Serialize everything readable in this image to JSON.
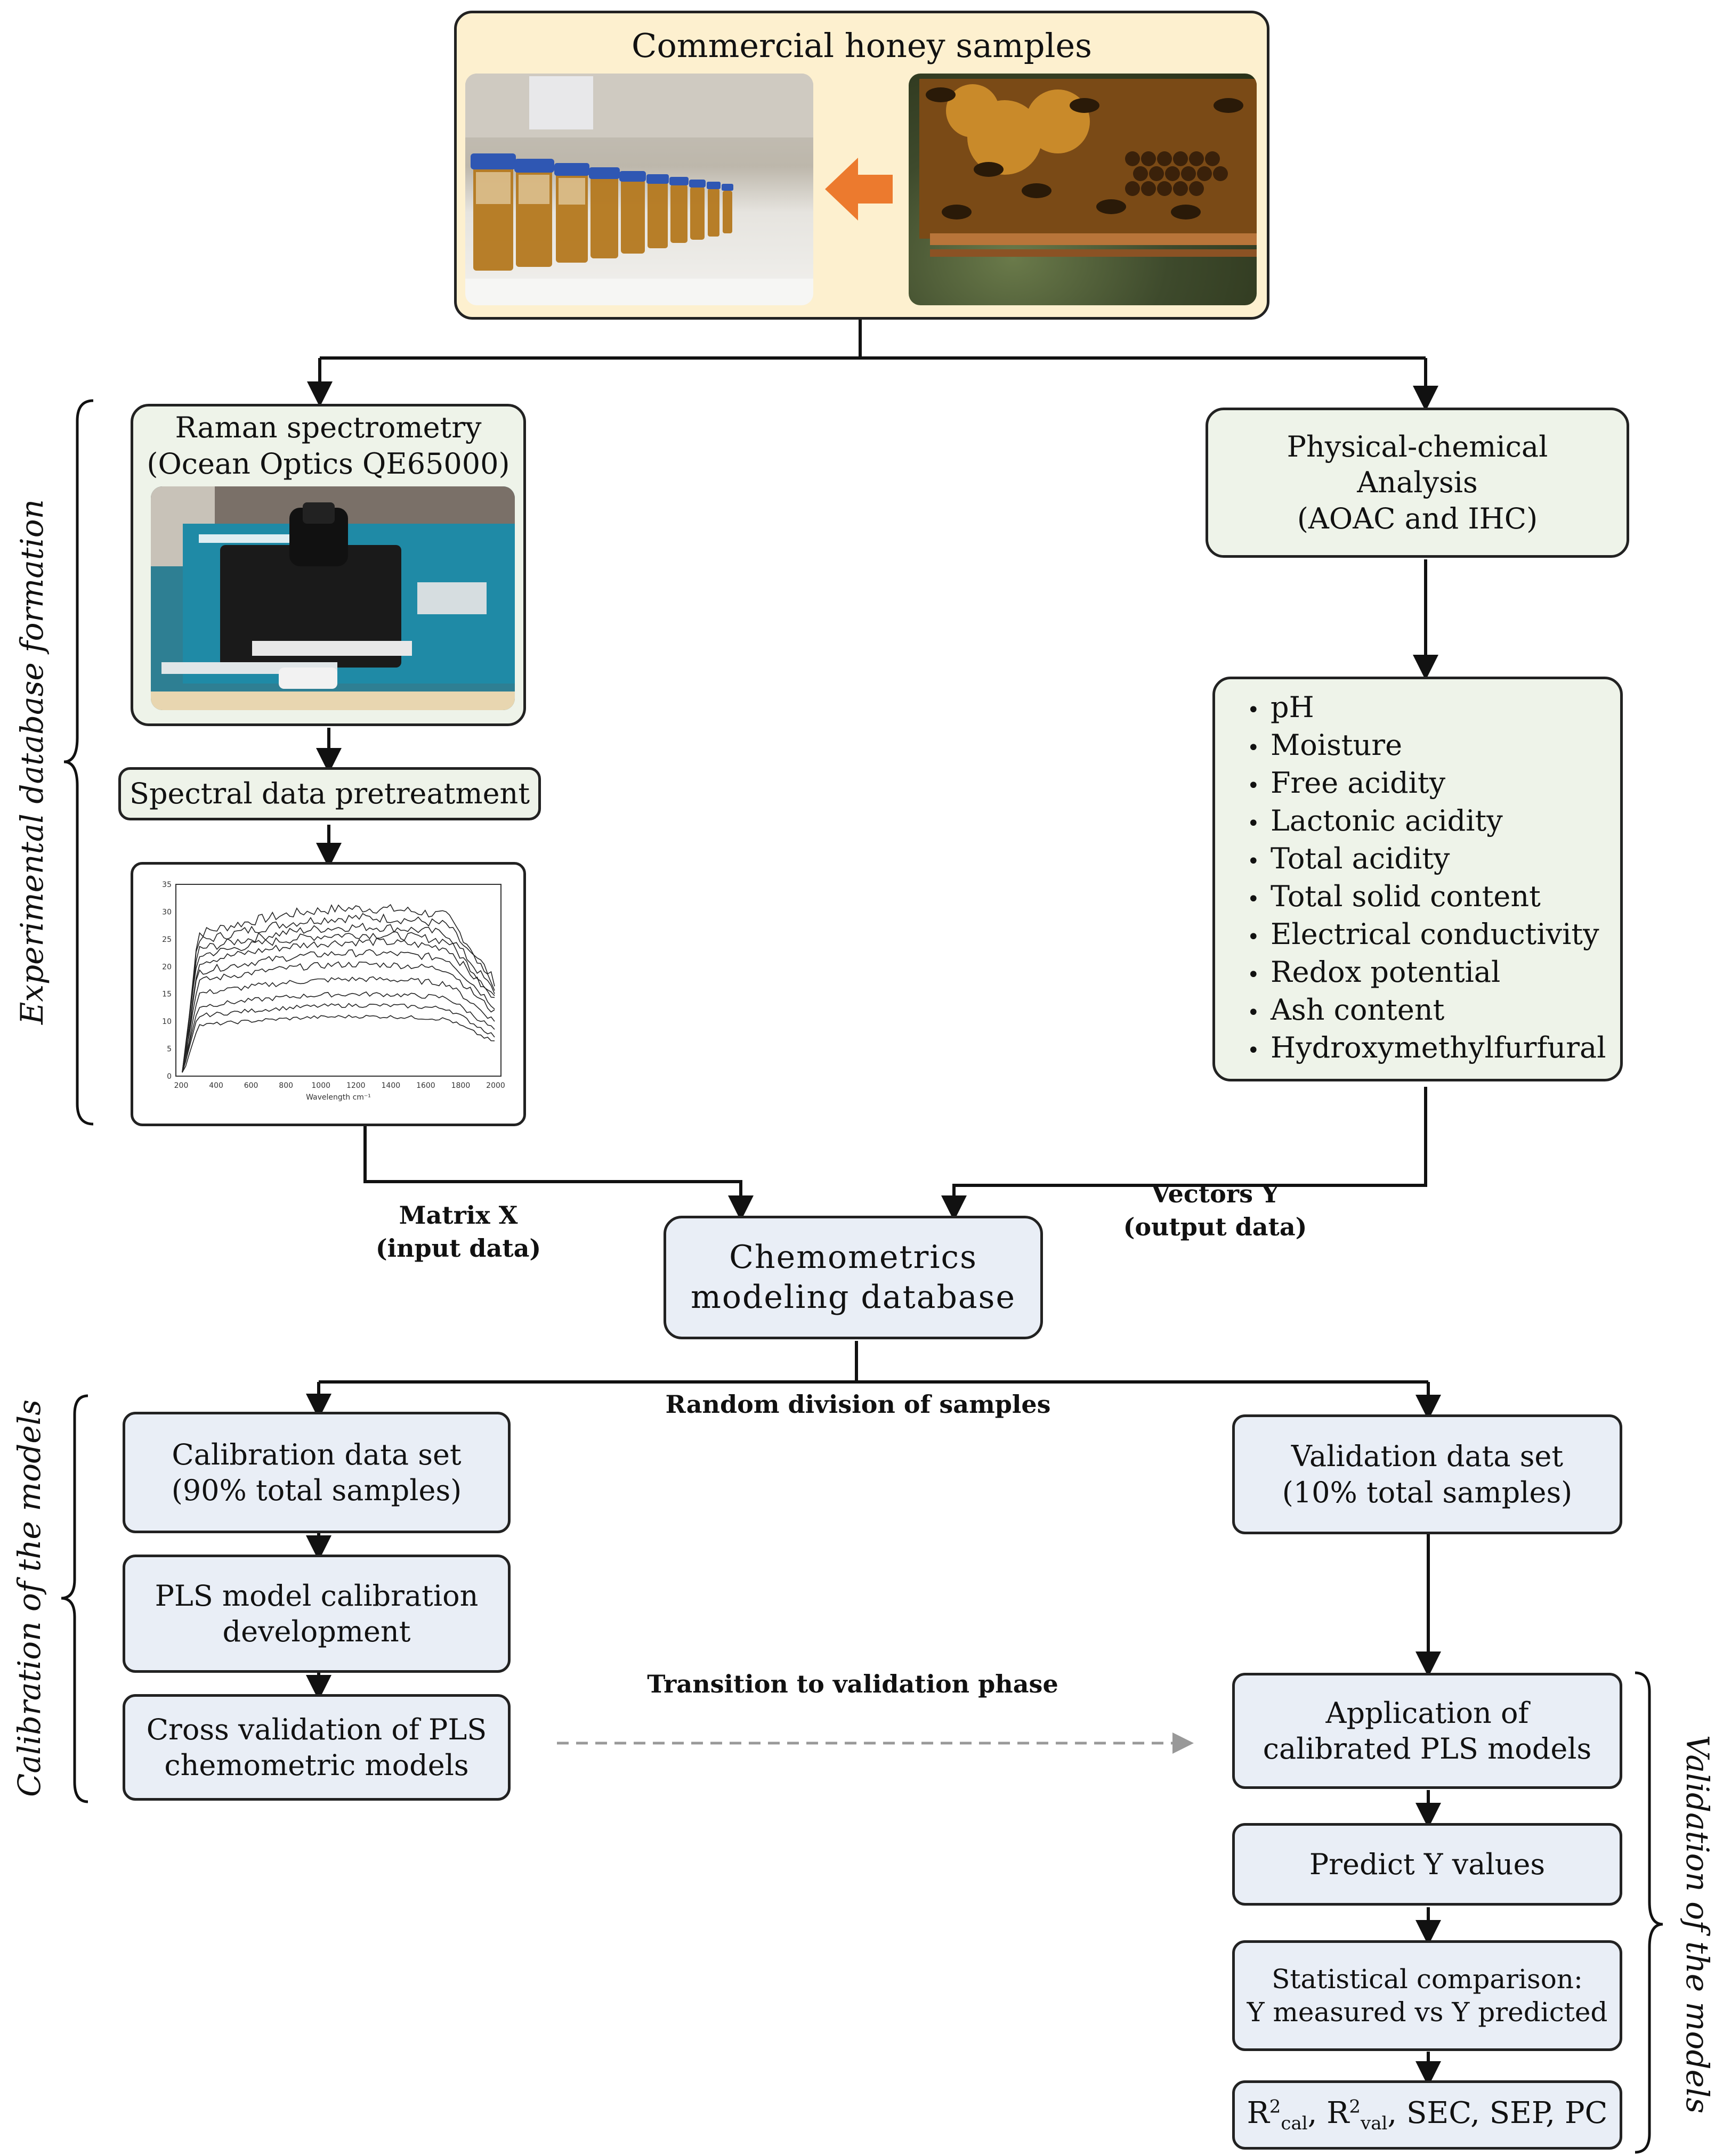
{
  "top": {
    "title": "Commercial honey samples"
  },
  "experimental": {
    "side_label": "Experimental database formation",
    "raman": {
      "line1": "Raman spectrometry",
      "line2": "(Ocean Optics QE65000)"
    },
    "pretreatment": "Spectral data pretreatment",
    "physchem": {
      "line1": "Physical-chemical",
      "line2": "Analysis",
      "line3": "(AOAC and IHC)"
    },
    "parameters": [
      "pH",
      "Moisture",
      "Free acidity",
      "Lactonic acidity",
      "Total acidity",
      "Total solid content",
      "Electrical conductivity",
      "Redox potential",
      "Ash content",
      "Hydroxymethylfurfural"
    ]
  },
  "spectrum_plot": {
    "y_ticks": [
      "35",
      "30",
      "25",
      "20",
      "15",
      "10",
      "5",
      "0"
    ],
    "x_ticks": [
      "200",
      "400",
      "600",
      "800",
      "1000",
      "1200",
      "1400",
      "1600",
      "1800",
      "2000"
    ],
    "x_label": "Wavelength cm⁻¹"
  },
  "flow": {
    "matrix_x": {
      "line1": "Matrix X",
      "line2": "(input data)"
    },
    "vectors_y": {
      "line1": "Vectors Y",
      "line2": "(output data)"
    },
    "database": {
      "line1": "Chemometrics",
      "line2": "modeling database"
    },
    "random_division": "Random division of samples",
    "transition": "Transition to validation phase"
  },
  "calibration": {
    "side_label": "Calibration of the models",
    "dataset": {
      "line1": "Calibration data set",
      "line2": "(90% total samples)"
    },
    "pls_dev": {
      "line1": "PLS model calibration",
      "line2": "development"
    },
    "cross_val": {
      "line1": "Cross validation of PLS",
      "line2": "chemometric models"
    }
  },
  "validation": {
    "side_label": "Validation of the models",
    "dataset": {
      "line1": "Validation data set",
      "line2": "(10% total samples)"
    },
    "application": {
      "line1": "Application of",
      "line2": "calibrated PLS models"
    },
    "predict": "Predict Y values",
    "comparison": {
      "line1": "Statistical comparison:",
      "line2": "Y measured vs Y predicted"
    },
    "metrics": {
      "r2": "R",
      "sup": "2",
      "cal": "cal",
      "val": "val",
      "sep1": ", ",
      "sep2": ", ",
      "rest": ", SEC, SEP, PC"
    }
  },
  "colors": {
    "tan": "#fdf0cf",
    "green": "#eef3e9",
    "blue": "#e9eef6",
    "arrow_orange": "#ec7a2e"
  }
}
